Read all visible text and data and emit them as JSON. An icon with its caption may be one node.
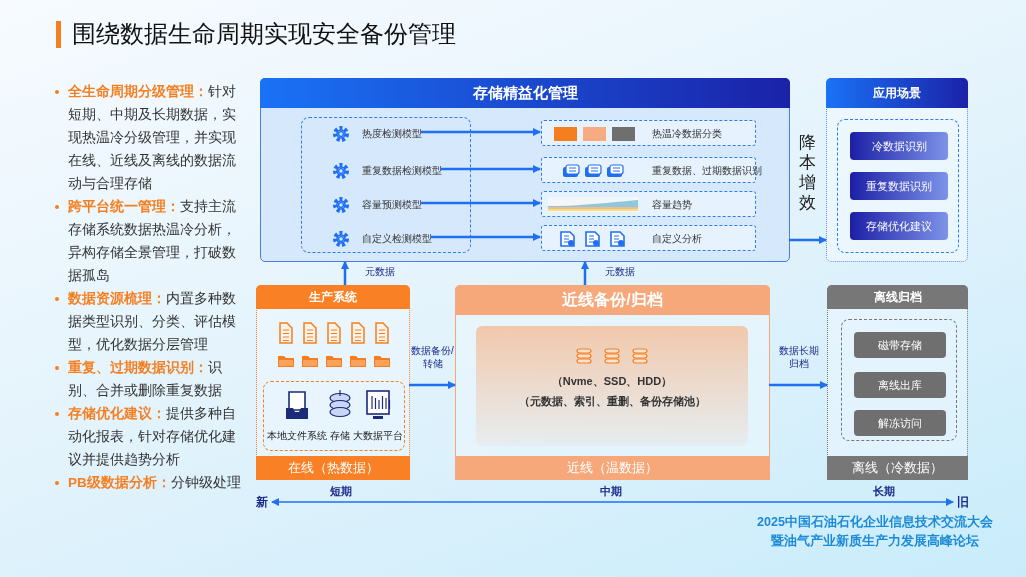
{
  "diagram": {
    "title": "围绕数据生命周期实现安全备份管理",
    "caption": "2025中国石油石化企业信息技术交流大会暨油气产业新质生产力发展高峰论坛",
    "nodes": [
      {
        "text": [
          "存储精益化管理"
        ]
      },
      {
        "text": [],
        "shape": "box",
        "in": 0
      },
      {
        "text": [
          "热度检测模型"
        ],
        "in": 1
      },
      {
        "text": [
          "重复数据检测模型"
        ],
        "in": 1
      },
      {
        "text": [
          "容量预测模型"
        ],
        "in": 1
      },
      {
        "text": [
          "自定义检测模型"
        ],
        "in": 1
      },
      {
        "text": [
          "热温冷数据分类"
        ],
        "in": 0
      },
      {
        "text": [
          "重复数据、过期数据识别"
        ],
        "in": 0
      },
      {
        "text": [
          "容量趋势"
        ],
        "in": 0
      },
      {
        "text": [
          "自定义分析"
        ],
        "in": 0
      },
      {
        "text": [
          "应用场景"
        ]
      },
      {
        "text": [],
        "shape": "box",
        "in": 10
      },
      {
        "text": [
          "冷数据识别"
        ],
        "in": 11
      },
      {
        "text": [
          "重复数据识别"
        ],
        "in": 11
      },
      {
        "text": [
          "存储优化建议"
        ],
        "in": 11
      },
      {
        "text": [
          "生产系统",
          "在线（热数据）"
        ]
      },
      {
        "text": [],
        "shape": "box",
        "in": 15
      },
      {
        "text": [
          "本地文件系统"
        ],
        "in": 16
      },
      {
        "text": [
          "存储"
        ],
        "in": 16
      },
      {
        "text": [
          "大数据平台"
        ],
        "in": 16
      },
      {
        "text": [
          "近线备份/归档",
          "近线（温数据）"
        ]
      },
      {
        "text": [
          "（Nvme、SSD、HDD）",
          "（元数据、索引、重删、备份存储池）"
        ],
        "in": 20
      },
      {
        "text": [
          "离线归档",
          "离线（冷数据）"
        ]
      },
      {
        "text": [],
        "shape": "box",
        "in": 22
      },
      {
        "text": [
          "磁带存储"
        ],
        "in": 23
      },
      {
        "text": [
          "离线出库"
        ],
        "in": 23
      },
      {
        "text": [
          "解冻访问"
        ],
        "in": 23
      }
    ],
    "edges": [
      {
        "from": 2,
        "to": 6,
        "arrow": "to"
      },
      {
        "from": 3,
        "to": 7,
        "arrow": "to"
      },
      {
        "from": 4,
        "to": 8,
        "arrow": "to"
      },
      {
        "from": 5,
        "to": 9,
        "arrow": "to"
      },
      {
        "from": 0,
        "to": 10,
        "label": "降本增效",
        "arrow": "to"
      },
      {
        "from": 15,
        "to": 0,
        "label": "元数据",
        "arrow": "to"
      },
      {
        "from": 20,
        "to": 0,
        "label": "元数据",
        "arrow": "to"
      },
      {
        "from": 15,
        "to": 20,
        "label": "数据备份/转储",
        "arrow": "to"
      },
      {
        "from": 20,
        "to": 22,
        "label": "数据长期归档",
        "arrow": "to"
      }
    ],
    "labels": [
      "**全生命周期分级管理：**针对短期、中期及长期数据，实现热温冷分级管理，并实现在线、近线及离线的数据流动与合理存储",
      "**跨平台统一管理：**支持主流存储系统数据热温冷分析，异构存储全景管理，打破数据孤岛",
      "**数据资源梳理：**内置多种数据类型识别、分类、评估模型，优化数据分层管理",
      "**重复、过期数据识别：**识别、合并或删除重复数据",
      "**存储优化建议：**提供多种自动化报表，针对存储优化建议并提供趋势分析",
      "**PB级数据分析：**分钟级处理",
      "新",
      "短期",
      "中期",
      "长期",
      "旧"
    ]
  }
}
